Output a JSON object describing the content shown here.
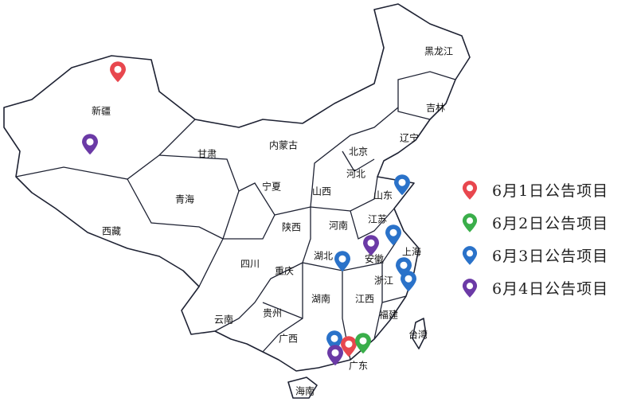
{
  "colors": {
    "day1": "#e8474e",
    "day2": "#3aae4a",
    "day3": "#2a72c9",
    "day4": "#6b3aa6",
    "border": "#1e2233"
  },
  "provinces": [
    {
      "name": "黑龙江"
    },
    {
      "name": "吉林"
    },
    {
      "name": "辽宁"
    },
    {
      "name": "内蒙古"
    },
    {
      "name": "北京"
    },
    {
      "name": "河北"
    },
    {
      "name": "山东"
    },
    {
      "name": "山西"
    },
    {
      "name": "甘肃"
    },
    {
      "name": "宁夏"
    },
    {
      "name": "青海"
    },
    {
      "name": "新疆"
    },
    {
      "name": "西藏"
    },
    {
      "name": "陕西"
    },
    {
      "name": "河南"
    },
    {
      "name": "江苏"
    },
    {
      "name": "上海"
    },
    {
      "name": "安徽"
    },
    {
      "name": "湖北"
    },
    {
      "name": "四川"
    },
    {
      "name": "重庆"
    },
    {
      "name": "浙江"
    },
    {
      "name": "湖南"
    },
    {
      "name": "江西"
    },
    {
      "name": "福建"
    },
    {
      "name": "贵州"
    },
    {
      "name": "云南"
    },
    {
      "name": "广西"
    },
    {
      "name": "广东"
    },
    {
      "name": "台湾"
    },
    {
      "name": "海南"
    }
  ],
  "markers": [
    {
      "series": "day1",
      "province": "新疆"
    },
    {
      "series": "day4",
      "province": "新疆"
    },
    {
      "series": "day3",
      "province": "山东"
    },
    {
      "series": "day3",
      "province": "江苏"
    },
    {
      "series": "day4",
      "province": "安徽"
    },
    {
      "series": "day3",
      "province": "湖北"
    },
    {
      "series": "day3",
      "province": "浙江"
    },
    {
      "series": "day3",
      "province": "浙江"
    },
    {
      "series": "day3",
      "province": "广东"
    },
    {
      "series": "day1",
      "province": "广东"
    },
    {
      "series": "day2",
      "province": "广东"
    },
    {
      "series": "day4",
      "province": "广东"
    }
  ],
  "legend": [
    {
      "series": "day1",
      "label": "6月1日公告项目"
    },
    {
      "series": "day2",
      "label": "6月2日公告项目"
    },
    {
      "series": "day3",
      "label": "6月3日公告项目"
    },
    {
      "series": "day4",
      "label": "6月4日公告项目"
    }
  ]
}
